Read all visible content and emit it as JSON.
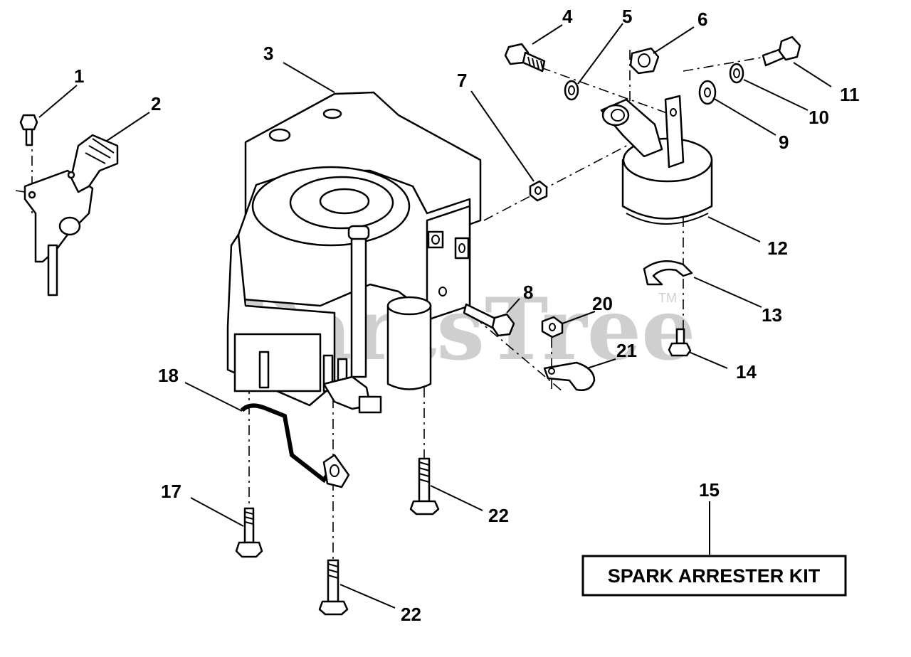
{
  "watermark": {
    "text": "PartsTree",
    "tm": "TM"
  },
  "callouts": [
    {
      "id": "c1",
      "label": "1"
    },
    {
      "id": "c2",
      "label": "2"
    },
    {
      "id": "c3",
      "label": "3"
    },
    {
      "id": "c4",
      "label": "4"
    },
    {
      "id": "c5",
      "label": "5"
    },
    {
      "id": "c6",
      "label": "6"
    },
    {
      "id": "c7",
      "label": "7"
    },
    {
      "id": "c8",
      "label": "8"
    },
    {
      "id": "c9",
      "label": "9"
    },
    {
      "id": "c10",
      "label": "10"
    },
    {
      "id": "c11",
      "label": "11"
    },
    {
      "id": "c12",
      "label": "12"
    },
    {
      "id": "c13",
      "label": "13"
    },
    {
      "id": "c14",
      "label": "14"
    },
    {
      "id": "c15",
      "label": "15"
    },
    {
      "id": "c17",
      "label": "17"
    },
    {
      "id": "c18",
      "label": "18"
    },
    {
      "id": "c20",
      "label": "20"
    },
    {
      "id": "c21",
      "label": "21"
    },
    {
      "id": "c22a",
      "label": "22"
    },
    {
      "id": "c22b",
      "label": "22"
    }
  ],
  "kit_box": {
    "label": "SPARK ARRESTER KIT"
  }
}
